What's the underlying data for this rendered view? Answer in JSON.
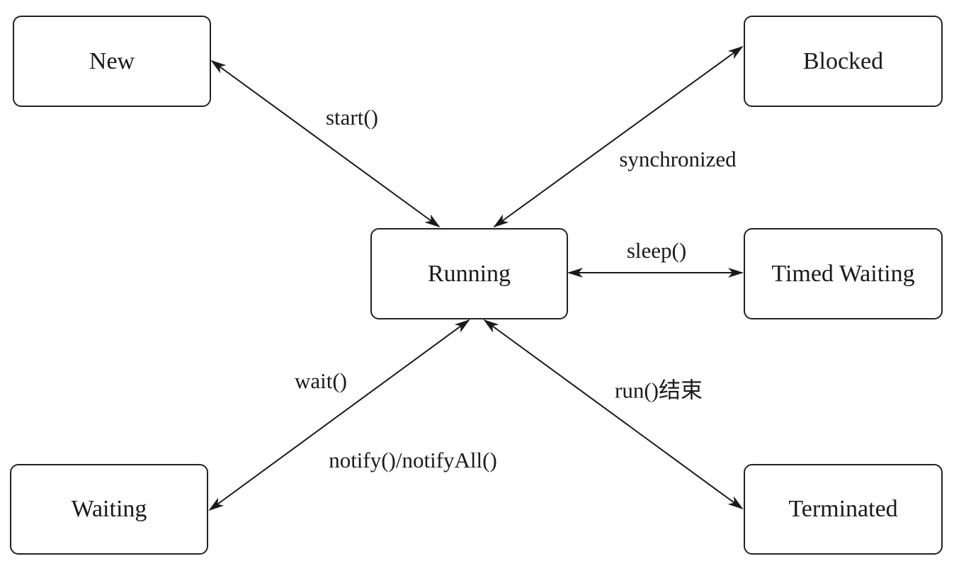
{
  "states": {
    "new": "New",
    "blocked": "Blocked",
    "running": "Running",
    "timed_waiting": "Timed Waiting",
    "waiting": "Waiting",
    "terminated": "Terminated"
  },
  "transitions": {
    "start": "start()",
    "synchronized": "synchronized",
    "sleep": "sleep()",
    "wait": "wait()",
    "notify": "notify()/notifyAll()",
    "run_end": "run()结束"
  }
}
